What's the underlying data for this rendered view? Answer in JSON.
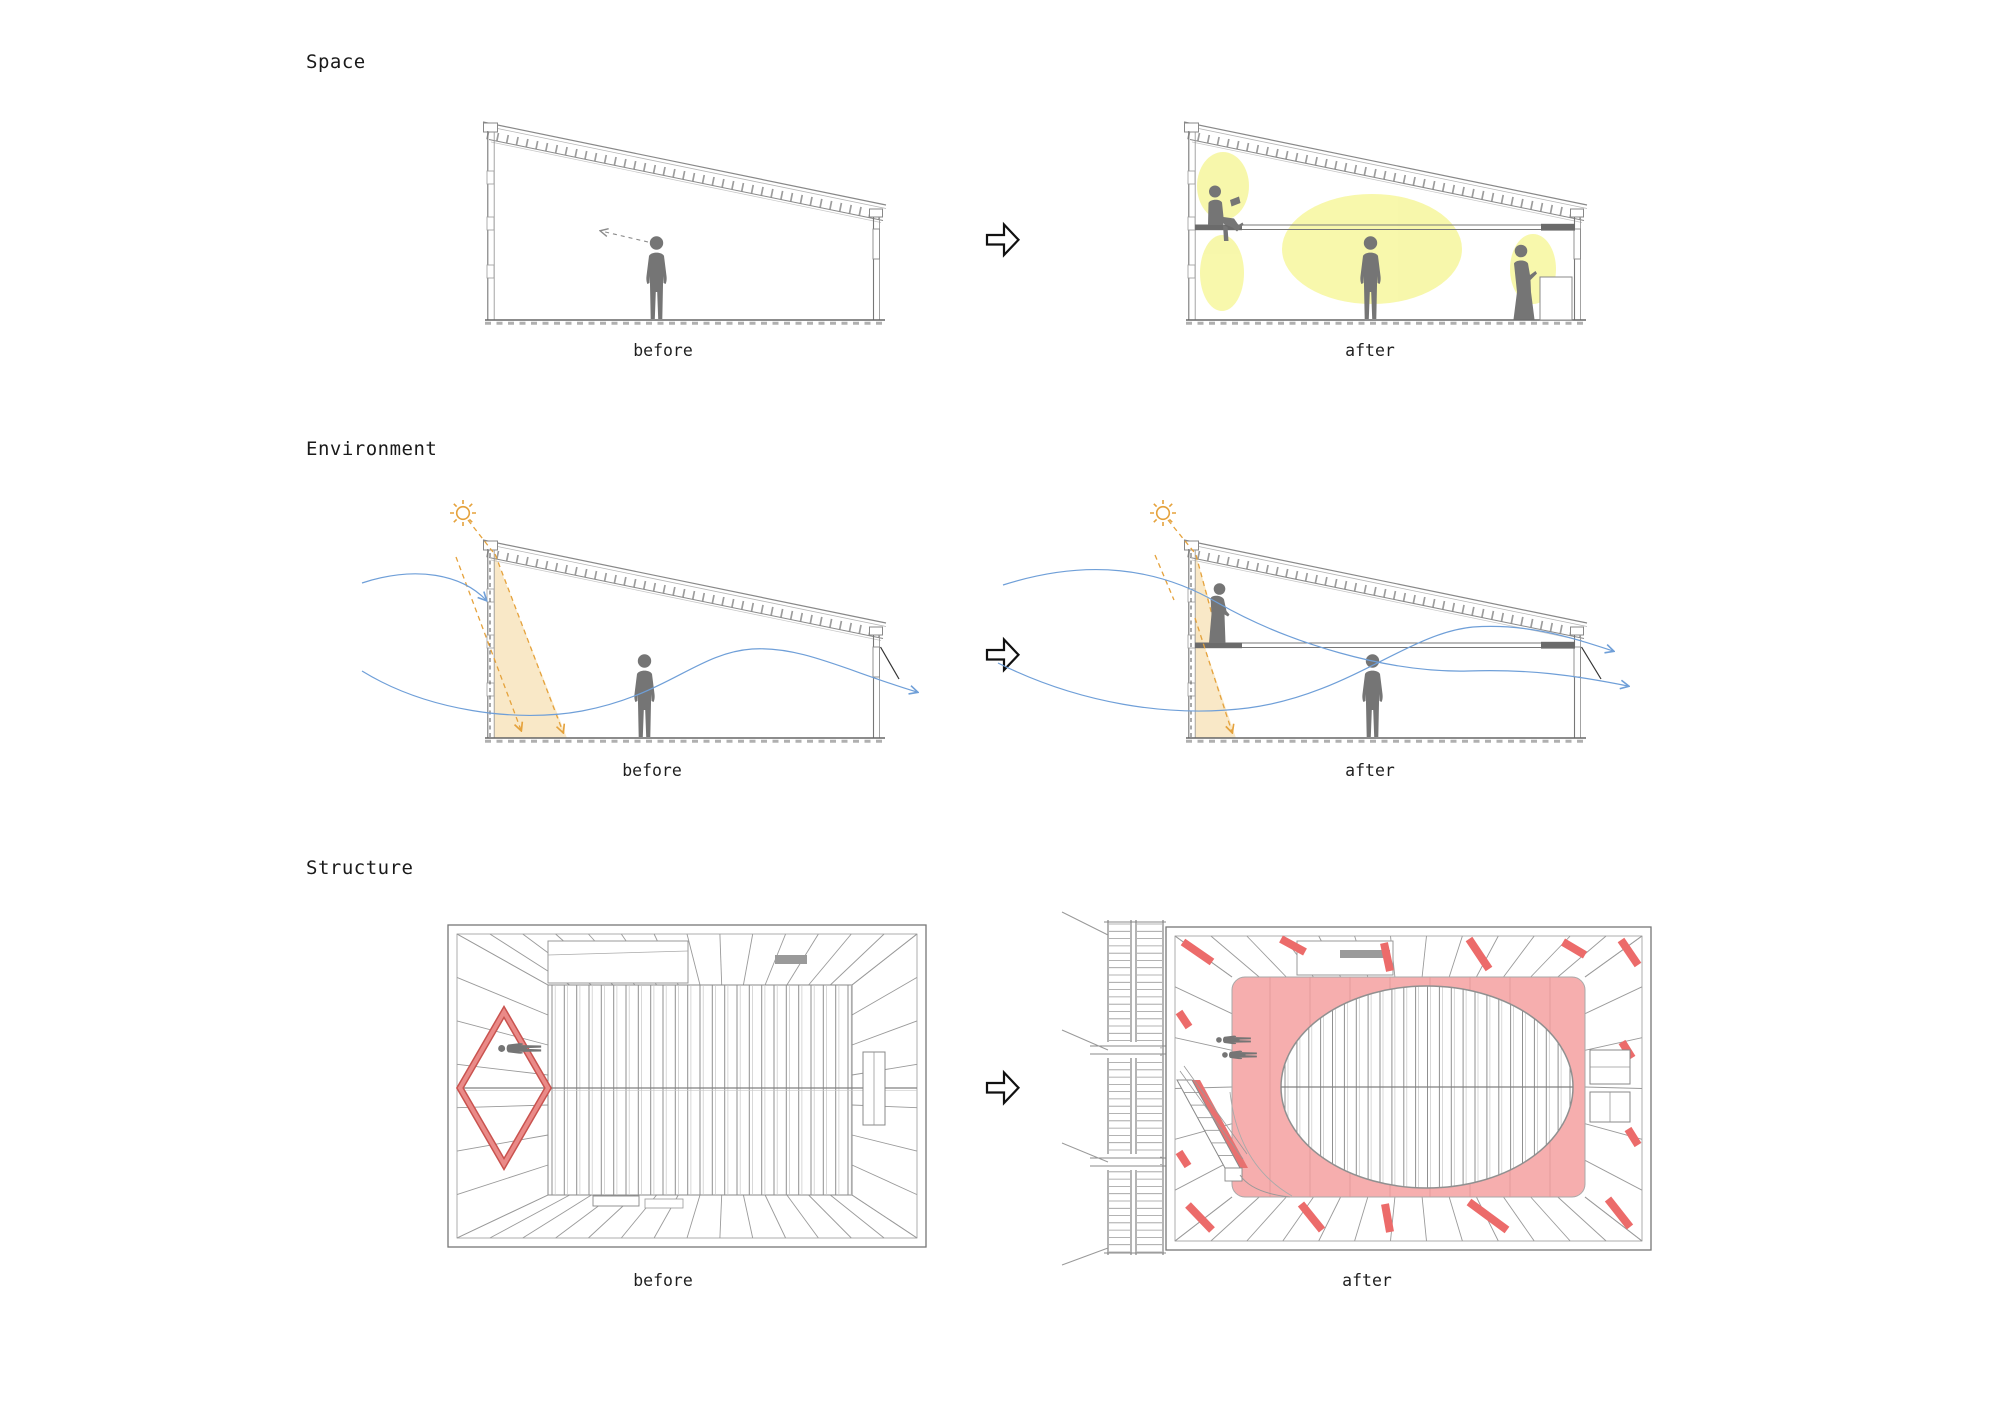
{
  "sections": [
    {
      "title": "Space",
      "before_label": "before",
      "after_label": "after"
    },
    {
      "title": "Environment",
      "before_label": "before",
      "after_label": "after"
    },
    {
      "title": "Structure",
      "before_label": "before",
      "after_label": "after"
    }
  ],
  "icons": {
    "transform_arrow": "hollow-right-block-arrow",
    "sun": "sun-icon",
    "wind": "wind-flow-arrow"
  },
  "colors": {
    "activity_yellow": "#f7f7a3",
    "daylight_fill": "#f8e4bd",
    "sun_orange": "#e5a23c",
    "wind_blue": "#6f9fd8",
    "structure_red": "#ec6b6a",
    "brace_red": "#c9534f",
    "slab_pink": "#f6aeae",
    "figure_gray": "#757575",
    "line_gray": "#8a8a8a",
    "text": "#1f1f1f"
  }
}
